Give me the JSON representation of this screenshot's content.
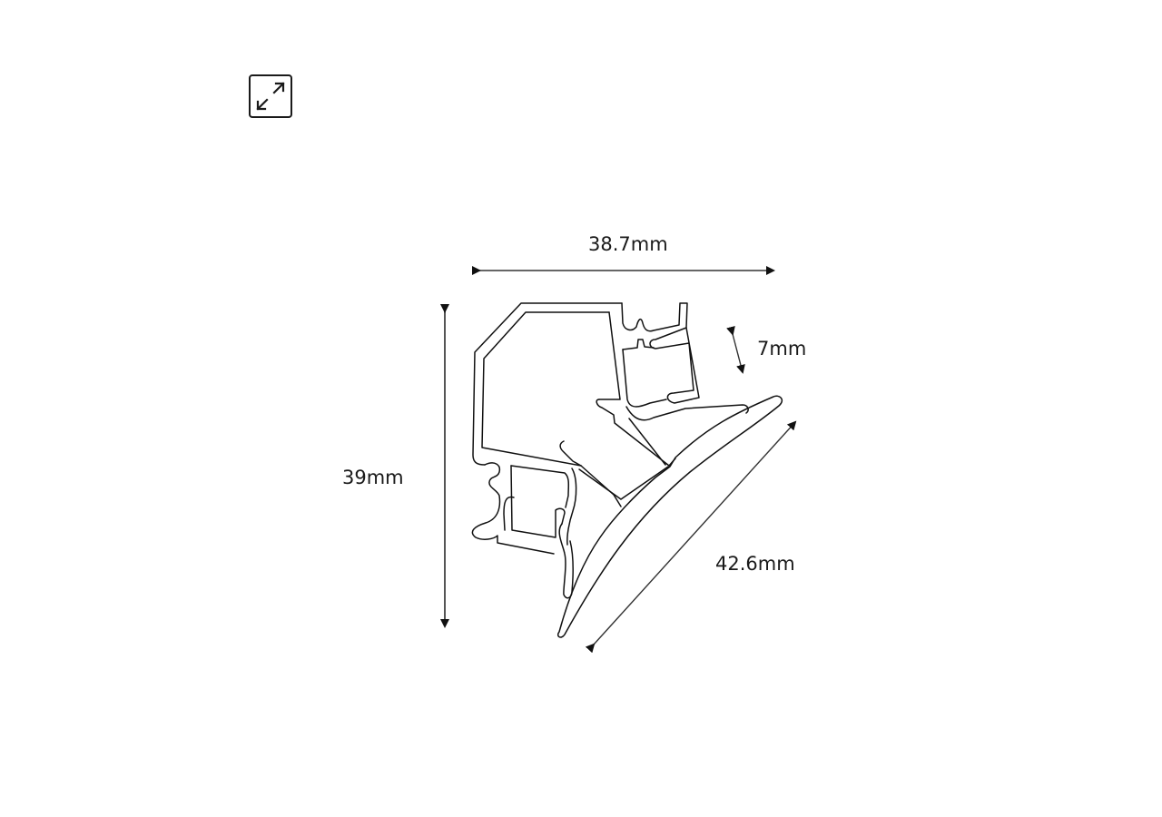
{
  "toolbar": {
    "expand_button": {
      "icon": "expand-arrows-icon",
      "label": ""
    }
  },
  "diagram": {
    "title": "",
    "subject": "aluminium corner LED profile cross-section",
    "stroke_color": "#1a1a1a",
    "background_color": "#ffffff",
    "dimensions": {
      "width": "38.7mm",
      "height": "39mm",
      "lip": "7mm",
      "face": "42.6mm"
    }
  }
}
